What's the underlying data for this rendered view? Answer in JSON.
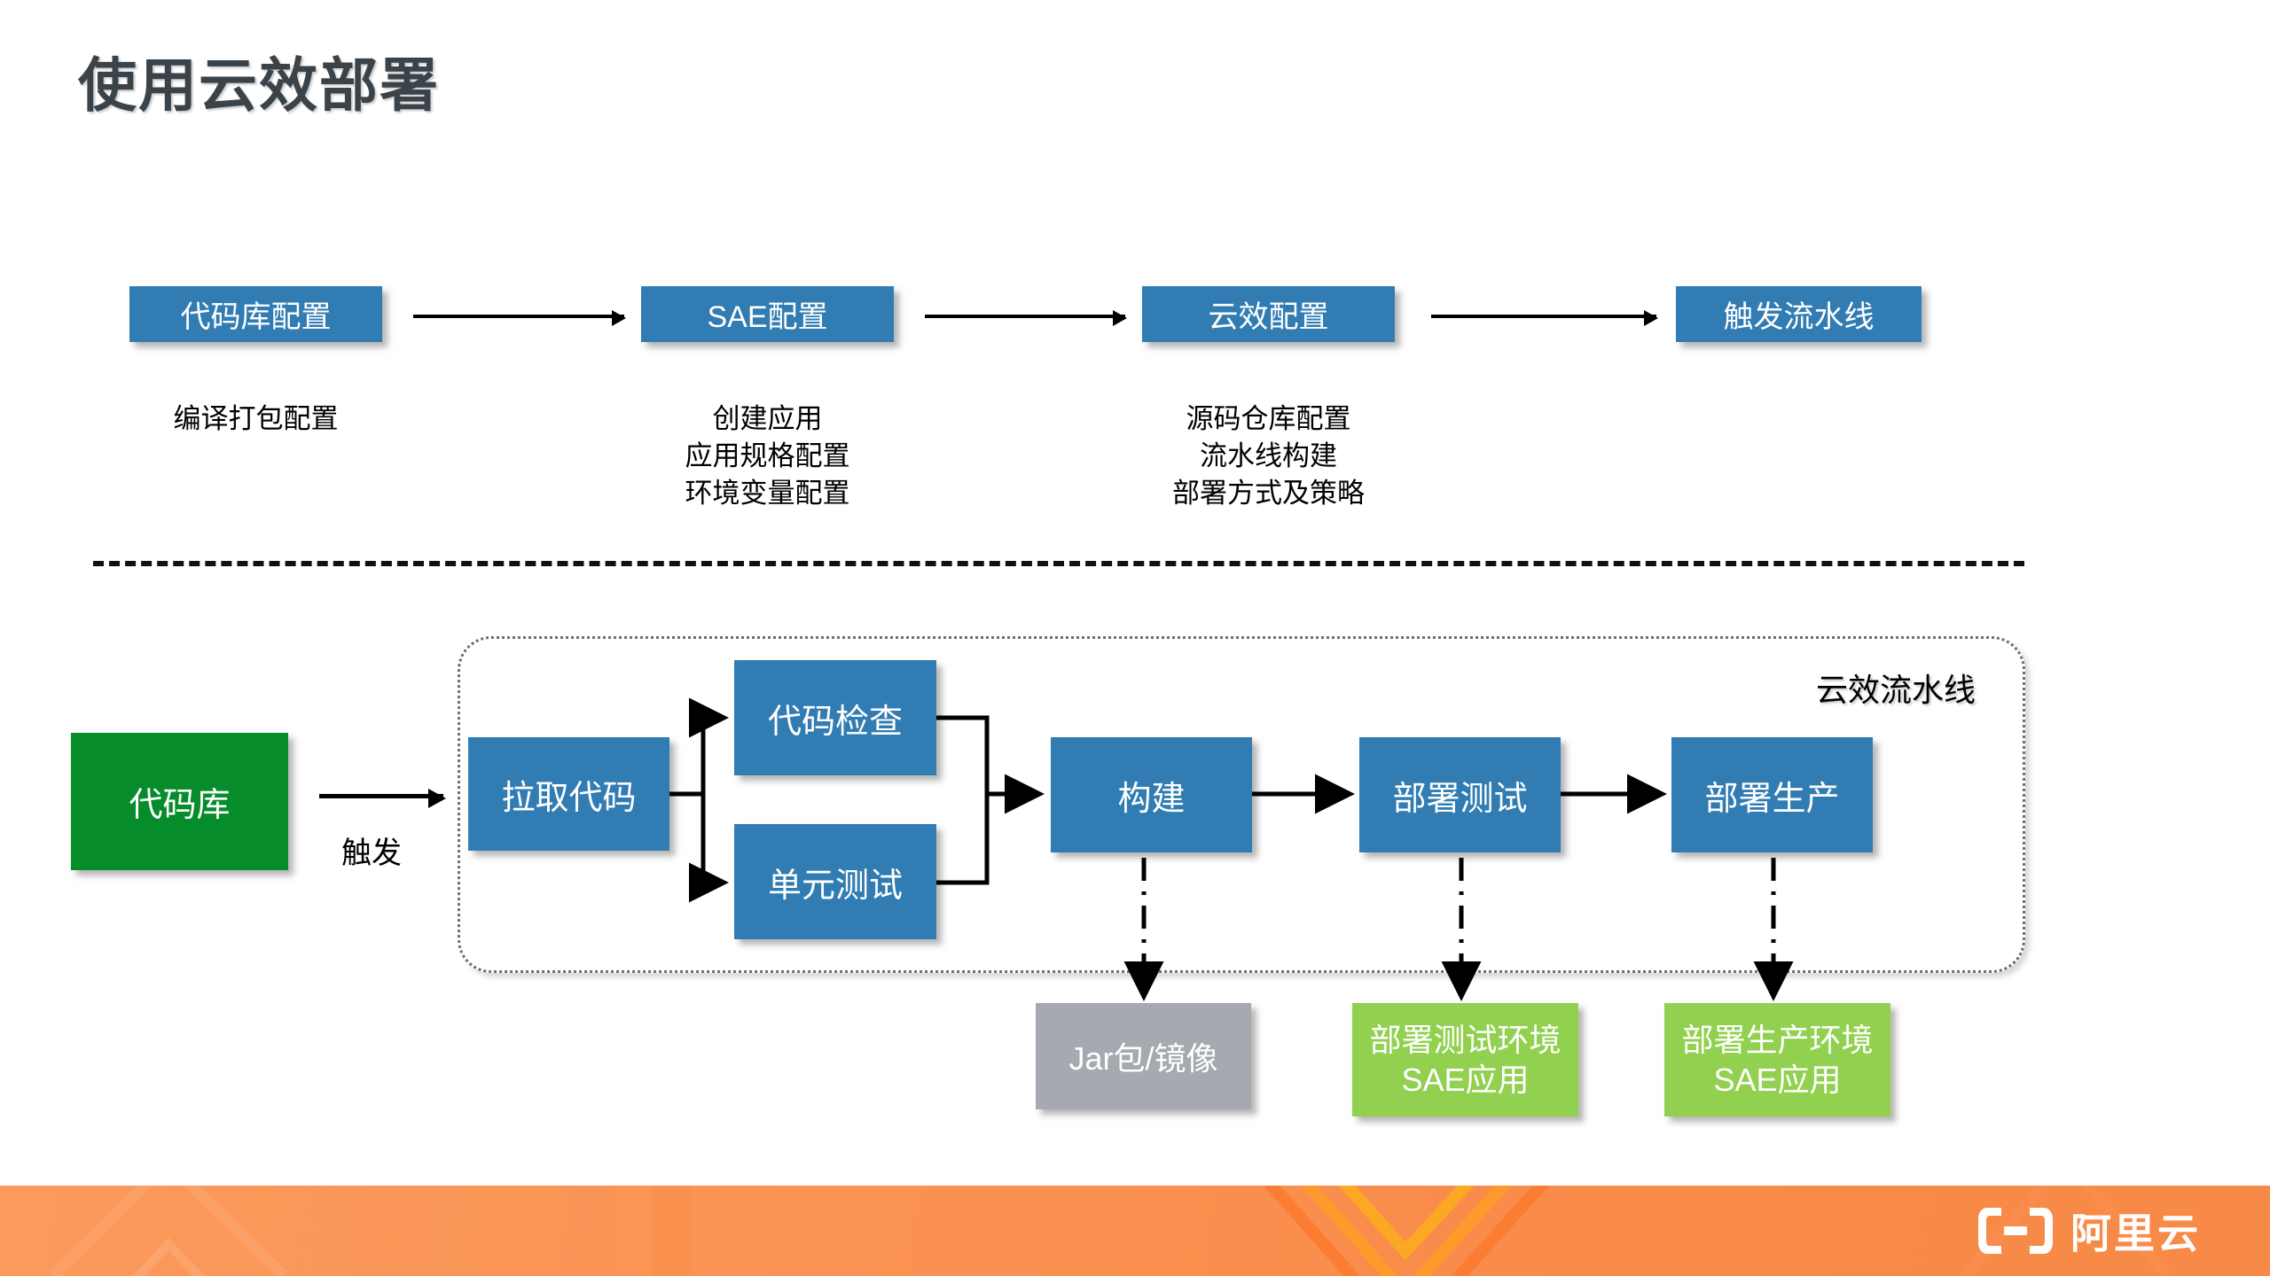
{
  "slide": {
    "title": "使用云效部署",
    "title_color": "#3B434A",
    "background": "#FFFFFF"
  },
  "colors": {
    "blue": "#317CB2",
    "green_dark": "#068C2B",
    "green_light": "#92D050",
    "gray": "#A5A9B0",
    "footer_orange": "#F9924F",
    "divider": "#111111"
  },
  "top_flow": {
    "steps": [
      {
        "label": "代码库配置",
        "note": "编译打包配置"
      },
      {
        "label": "SAE配置",
        "note": "创建应用\n应用规格配置\n环境变量配置"
      },
      {
        "label": "云效配置",
        "note": "源码仓库配置\n流水线构建\n部署方式及策略"
      },
      {
        "label": "触发流水线",
        "note": ""
      }
    ]
  },
  "pipeline": {
    "container_label": "云效流水线",
    "source": {
      "label": "代码库"
    },
    "trigger_label": "触发",
    "stages": {
      "pull": {
        "label": "拉取代码"
      },
      "check": {
        "label": "代码检查"
      },
      "unit": {
        "label": "单元测试"
      },
      "build": {
        "label": "构建"
      },
      "deploy_test": {
        "label": "部署测试"
      },
      "deploy_prod": {
        "label": "部署生产"
      }
    },
    "artifacts": [
      {
        "label": "Jar包/镜像",
        "color": "gray"
      },
      {
        "label": "部署测试环境SAE应用",
        "color": "green-light"
      },
      {
        "label": "部署生产环境SAE应用",
        "color": "green-light"
      }
    ]
  },
  "footer": {
    "brand": "阿里云",
    "logo_icon": "alibaba-cloud-bracket-icon"
  }
}
